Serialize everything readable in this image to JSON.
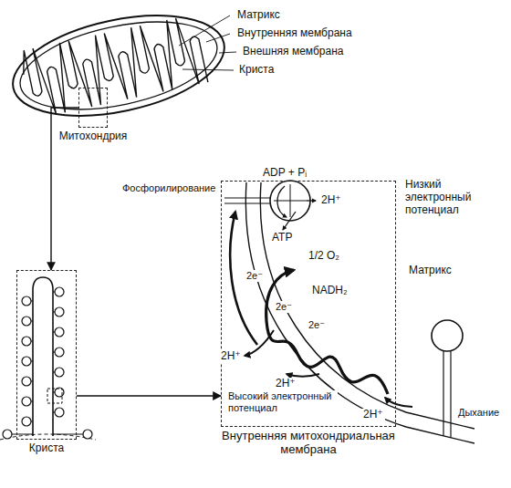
{
  "diagram": {
    "nodes": [
      {
        "text": [
          "Митохондрия"
        ]
      },
      {
        "text": [
          "Криста"
        ]
      },
      {
        "text": [
          "Внутренняя митохондриальная мембрана"
        ]
      }
    ],
    "edges": [
      {
        "from": 0,
        "to": 1,
        "arrow": "to"
      },
      {
        "from": 1,
        "to": 2,
        "arrow": "to"
      }
    ],
    "labels": [
      "Матрикс",
      "Внутренняя мембрана",
      "Внешняя мембрана",
      "Криста",
      "Фосфорилирование",
      "ADP + Pᵢ",
      "2H⁺",
      "Низкий электронный потенциал",
      "ATP",
      "Матрикс",
      "1/2 O₂",
      "2e⁻",
      "NADH₂",
      "2e⁻",
      "2e⁻",
      "2H⁺",
      "2H⁺",
      "Высокий электронный потенциал",
      "2H⁺",
      "Дыхание"
    ]
  }
}
